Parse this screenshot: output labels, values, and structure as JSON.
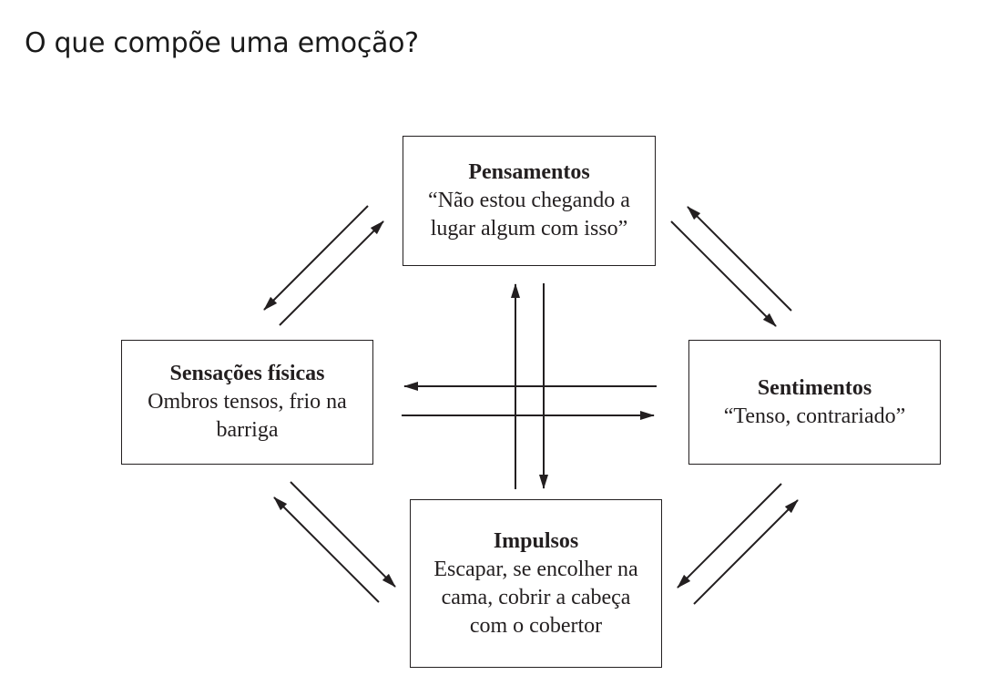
{
  "title": "O que compõe uma emoção?",
  "nodes": {
    "pensamentos": {
      "title": "Pensamentos",
      "text": "“Não estou chegando a lugar algum com isso”"
    },
    "sensacoes": {
      "title": "Sensações físicas",
      "text": "Ombros tensos, frio na barriga"
    },
    "sentimentos": {
      "title": "Sentimentos",
      "text": "“Tenso, contrariado”"
    },
    "impulsos": {
      "title": "Impulsos",
      "text": "Escapar, se encolher na cama, cobrir a cabeça com o cobertor"
    }
  },
  "colors": {
    "line": "#231f20",
    "text": "#231f20",
    "background": "#ffffff"
  }
}
